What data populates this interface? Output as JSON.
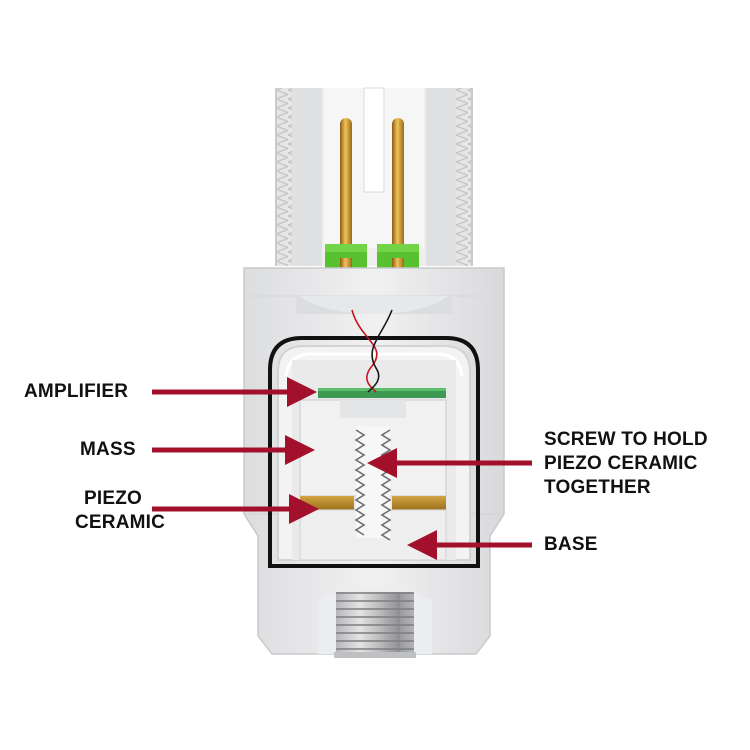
{
  "labels": {
    "amplifier": "AMPLIFIER",
    "mass": "MASS",
    "piezo_line1": "PIEZO",
    "piezo_line2": "CERAMIC",
    "screw_line1": "SCREW TO HOLD",
    "screw_line2": "PIEZO CERAMIC",
    "screw_line3": "TOGETHER",
    "base": "BASE"
  },
  "colors": {
    "arrow": "#a3102c",
    "housing": "#e9e9ea",
    "housing_shade": "#d3d4d6",
    "pin_gold": "#c8941e",
    "insulator_green": "#58c12f",
    "amplifier_board": "#3e9a52",
    "piezo": "#b8862a"
  }
}
